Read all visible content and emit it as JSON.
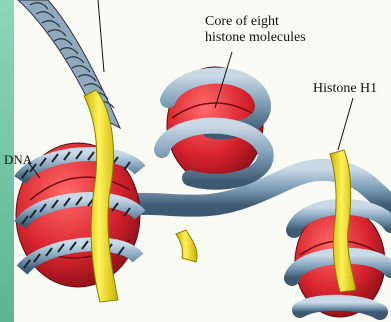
{
  "labels": {
    "core_line1": "Core of eight",
    "core_line2": "histone molecules",
    "histone_h1": "Histone H1",
    "dna": "DNA"
  },
  "colors": {
    "background_top": "#8fd6b6",
    "background_bottom": "#5ab78e",
    "panel": "#fbfbf6",
    "dna_strand": "#7f9fb8",
    "histone_core": "#d8242e",
    "histone_h1": "#f2e62a"
  }
}
